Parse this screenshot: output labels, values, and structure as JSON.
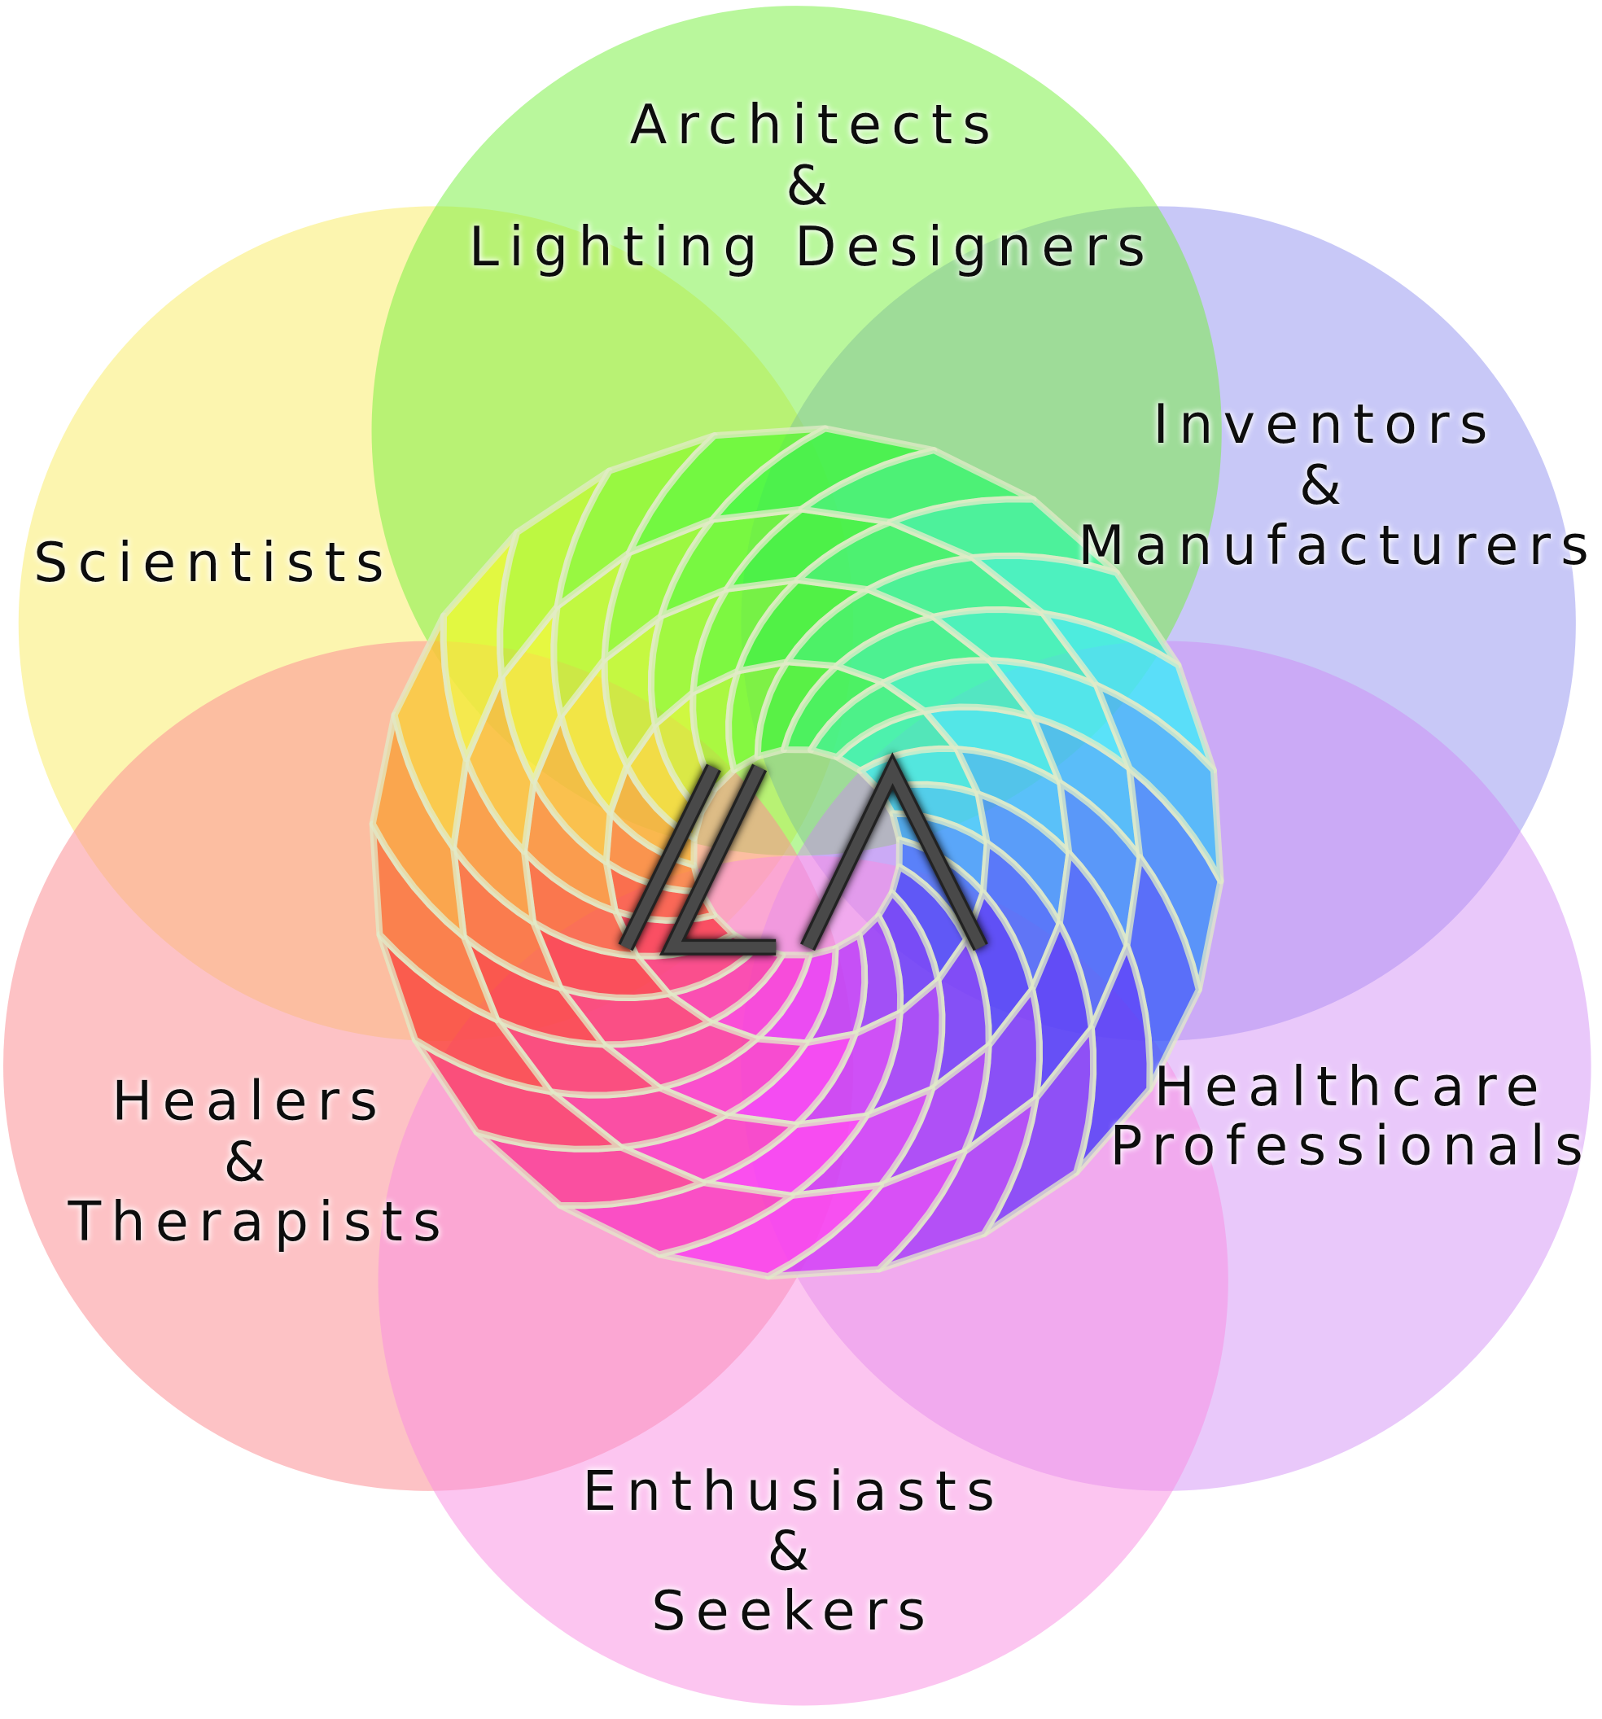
{
  "diagram": {
    "logo_text": "ILA",
    "groups": [
      {
        "id": "architects",
        "lines": [
          "Architects",
          "&",
          "Lighting Designers"
        ],
        "color": "#7ef542"
      },
      {
        "id": "scientists",
        "lines": [
          "Scientists"
        ],
        "color": "#fbf08a"
      },
      {
        "id": "inventors",
        "lines": [
          "Inventors",
          "&",
          "Manufacturers"
        ],
        "color": "#a9a9f2"
      },
      {
        "id": "healers",
        "lines": [
          "Healers",
          "&",
          "Therapists"
        ],
        "color": "#fca3a8"
      },
      {
        "id": "healthcare",
        "lines": [
          "Healthcare",
          "Professionals"
        ],
        "color": "#d89af5"
      },
      {
        "id": "enthusiasts",
        "lines": [
          "Enthusiasts",
          "&",
          "Seekers"
        ],
        "color": "#fb9fe6"
      }
    ]
  }
}
